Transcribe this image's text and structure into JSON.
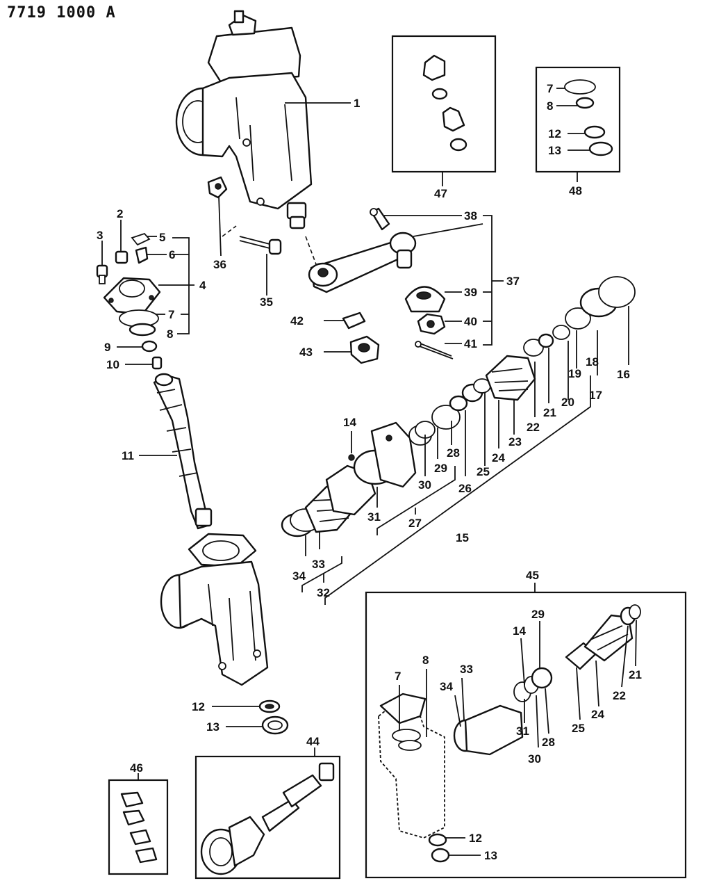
{
  "diagram": {
    "title": "7719 1000 A",
    "box_labels": {
      "assembly_kit": "45",
      "gearbox_kit": "44",
      "seal_kit": "46",
      "kit_47": "47",
      "kit_48": "48"
    },
    "callouts": [
      {
        "key": "p1",
        "text": "1"
      },
      {
        "key": "p2",
        "text": "2"
      },
      {
        "key": "p3",
        "text": "3"
      },
      {
        "key": "p4",
        "text": "4"
      },
      {
        "key": "p5",
        "text": "5"
      },
      {
        "key": "p6",
        "text": "6"
      },
      {
        "key": "p7",
        "text": "7"
      },
      {
        "key": "p8",
        "text": "8"
      },
      {
        "key": "p9",
        "text": "9"
      },
      {
        "key": "p10",
        "text": "10"
      },
      {
        "key": "p11",
        "text": "11"
      },
      {
        "key": "p12",
        "text": "12"
      },
      {
        "key": "p13",
        "text": "13"
      },
      {
        "key": "p14",
        "text": "14"
      },
      {
        "key": "p15",
        "text": "15"
      },
      {
        "key": "p16",
        "text": "16"
      },
      {
        "key": "p17",
        "text": "17"
      },
      {
        "key": "p18",
        "text": "18"
      },
      {
        "key": "p19",
        "text": "19"
      },
      {
        "key": "p20",
        "text": "20"
      },
      {
        "key": "p21",
        "text": "21"
      },
      {
        "key": "p22",
        "text": "22"
      },
      {
        "key": "p23",
        "text": "23"
      },
      {
        "key": "p24",
        "text": "24"
      },
      {
        "key": "p25",
        "text": "25"
      },
      {
        "key": "p26",
        "text": "26"
      },
      {
        "key": "p27",
        "text": "27"
      },
      {
        "key": "p28",
        "text": "28"
      },
      {
        "key": "p29",
        "text": "29"
      },
      {
        "key": "p30",
        "text": "30"
      },
      {
        "key": "p31",
        "text": "31"
      },
      {
        "key": "p32",
        "text": "32"
      },
      {
        "key": "p33",
        "text": "33"
      },
      {
        "key": "p34",
        "text": "34"
      },
      {
        "key": "p35",
        "text": "35"
      },
      {
        "key": "p36",
        "text": "36"
      },
      {
        "key": "p37",
        "text": "37"
      },
      {
        "key": "p38",
        "text": "38"
      },
      {
        "key": "p39",
        "text": "39"
      },
      {
        "key": "p40",
        "text": "40"
      },
      {
        "key": "p41",
        "text": "41"
      },
      {
        "key": "p42",
        "text": "42"
      },
      {
        "key": "p43",
        "text": "43"
      },
      {
        "key": "k48_7",
        "text": "7"
      },
      {
        "key": "k48_8",
        "text": "8"
      },
      {
        "key": "k48_12",
        "text": "12"
      },
      {
        "key": "k48_13",
        "text": "13"
      },
      {
        "key": "k45_7",
        "text": "7"
      },
      {
        "key": "k45_8",
        "text": "8"
      },
      {
        "key": "k45_12",
        "text": "12"
      },
      {
        "key": "k45_13",
        "text": "13"
      },
      {
        "key": "k45_14",
        "text": "14"
      },
      {
        "key": "k45_21",
        "text": "21"
      },
      {
        "key": "k45_22",
        "text": "22"
      },
      {
        "key": "k45_24",
        "text": "24"
      },
      {
        "key": "k45_25",
        "text": "25"
      },
      {
        "key": "k45_28",
        "text": "28"
      },
      {
        "key": "k45_29",
        "text": "29"
      },
      {
        "key": "k45_30",
        "text": "30"
      },
      {
        "key": "k45_31",
        "text": "31"
      },
      {
        "key": "k45_33",
        "text": "33"
      },
      {
        "key": "k45_34",
        "text": "34"
      }
    ]
  }
}
